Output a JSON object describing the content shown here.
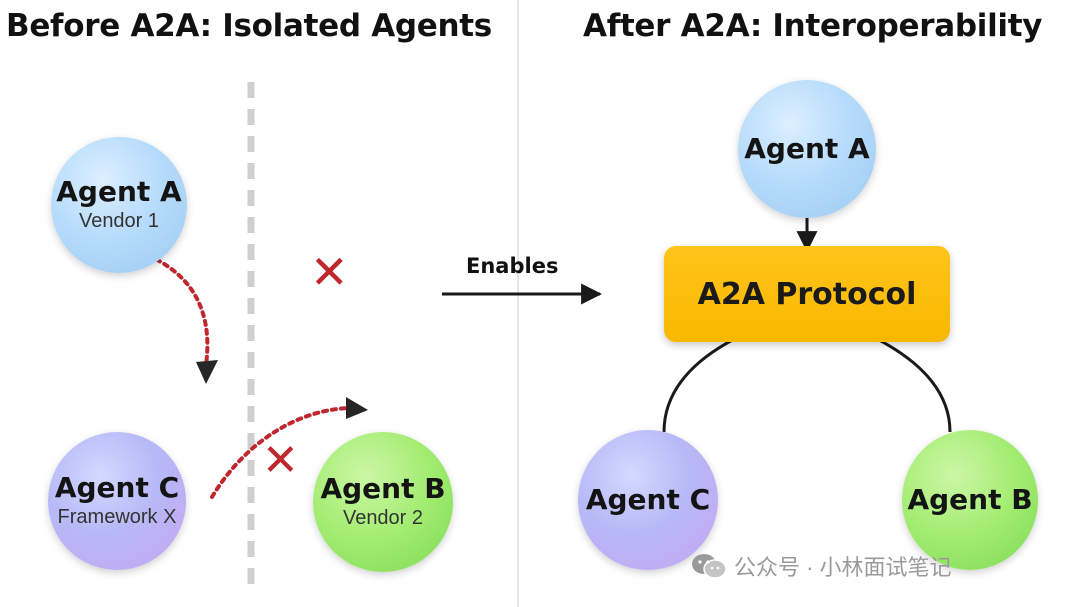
{
  "left_panel": {
    "title": "Before A2A: Isolated Agents",
    "agents": [
      {
        "name": "Agent A",
        "subtitle": "Vendor 1",
        "color": "#b7dcfb"
      },
      {
        "name": "Agent C",
        "subtitle": "Framework X",
        "color": "#b7b9f7"
      },
      {
        "name": "Agent B",
        "subtitle": "Vendor 2",
        "color": "#a2ec70"
      }
    ],
    "blocked_marker": "✕",
    "connection_color": "#c0262e"
  },
  "transition": {
    "label": "Enables"
  },
  "right_panel": {
    "title": "After A2A: Interoperability",
    "protocol": {
      "label": "A2A Protocol",
      "color": "#f8b800"
    },
    "agents": [
      {
        "name": "Agent A",
        "color": "#b7dcfb"
      },
      {
        "name": "Agent C",
        "color": "#b7b9f7"
      },
      {
        "name": "Agent B",
        "color": "#a2ec70"
      }
    ]
  },
  "watermark": {
    "text": "公众号 · 小林面试笔记"
  }
}
